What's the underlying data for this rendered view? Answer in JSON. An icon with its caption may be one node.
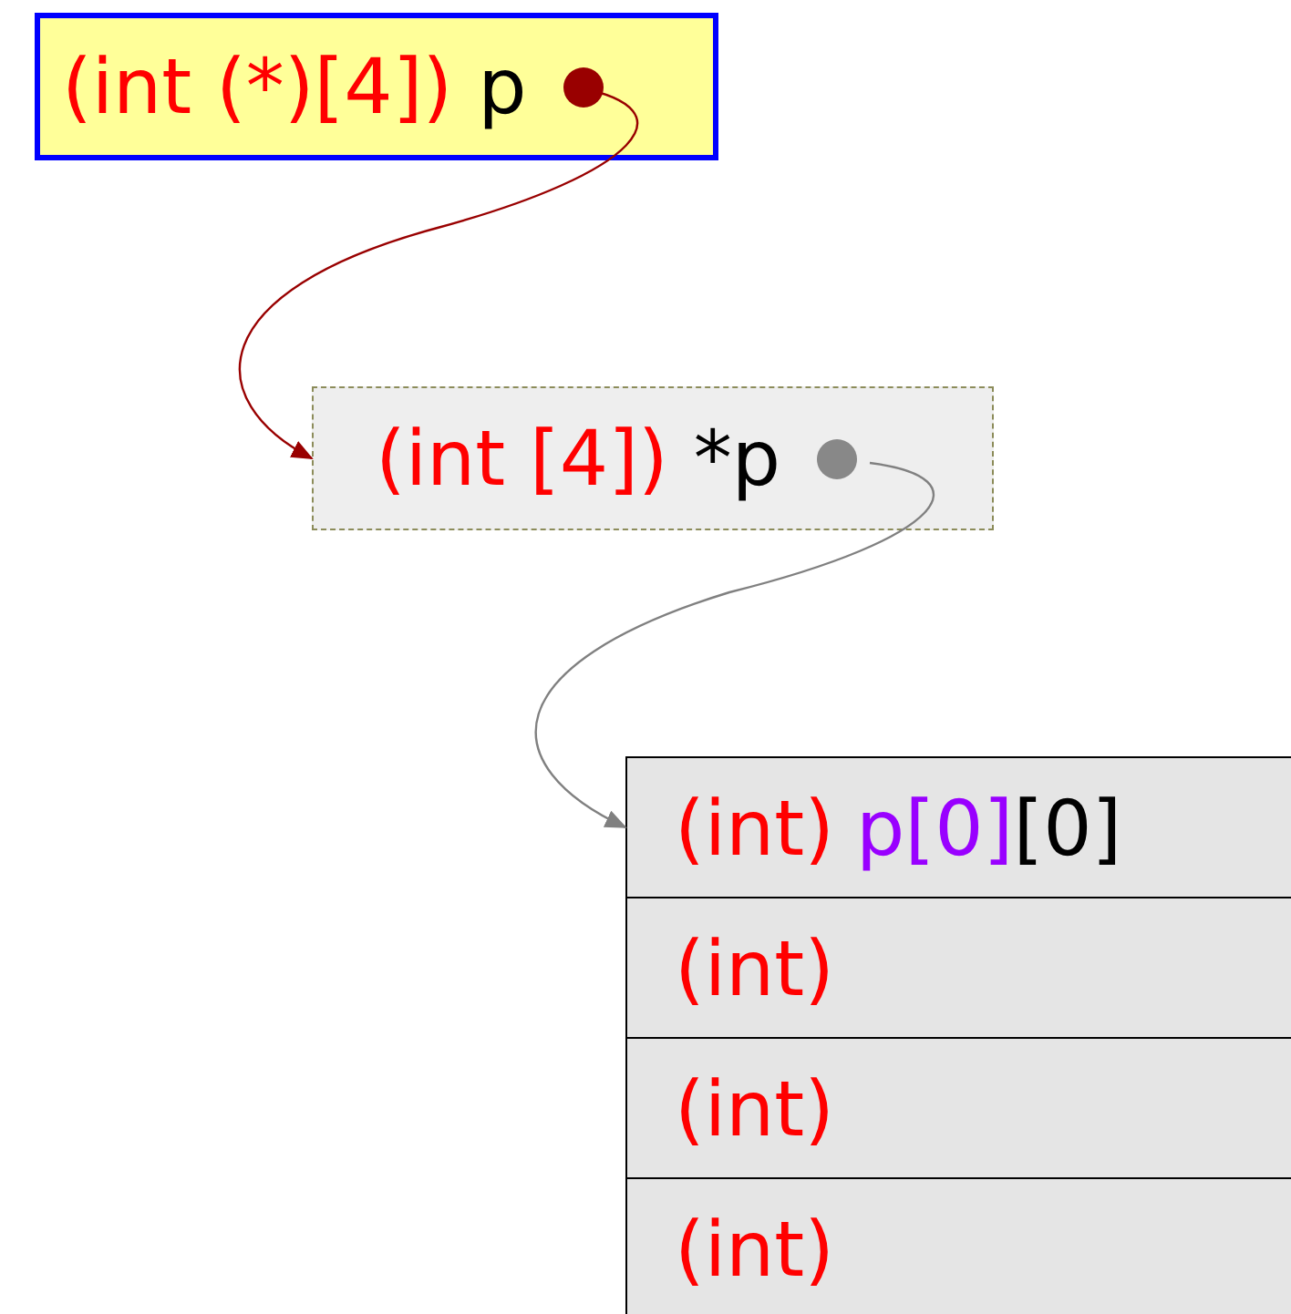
{
  "diagram": {
    "nodes": [
      {
        "text": [
          "(int (*)[4])",
          "p"
        ]
      },
      {
        "text": [
          "(int [4])",
          "*p"
        ]
      },
      {
        "text": [],
        "shape": "box"
      },
      {
        "text": [
          "(int)",
          "p[0]",
          "[0]"
        ],
        "in": 2
      },
      {
        "text": [
          "(int)"
        ],
        "in": 2
      },
      {
        "text": [
          "(int)"
        ],
        "in": 2
      },
      {
        "text": [
          "(int)"
        ],
        "in": 2
      }
    ],
    "edges": [
      {
        "from": 0,
        "to": 1,
        "arrow": "to",
        "color": "#990000"
      },
      {
        "from": 1,
        "to": 3,
        "arrow": "to",
        "color": "#808080"
      }
    ]
  }
}
